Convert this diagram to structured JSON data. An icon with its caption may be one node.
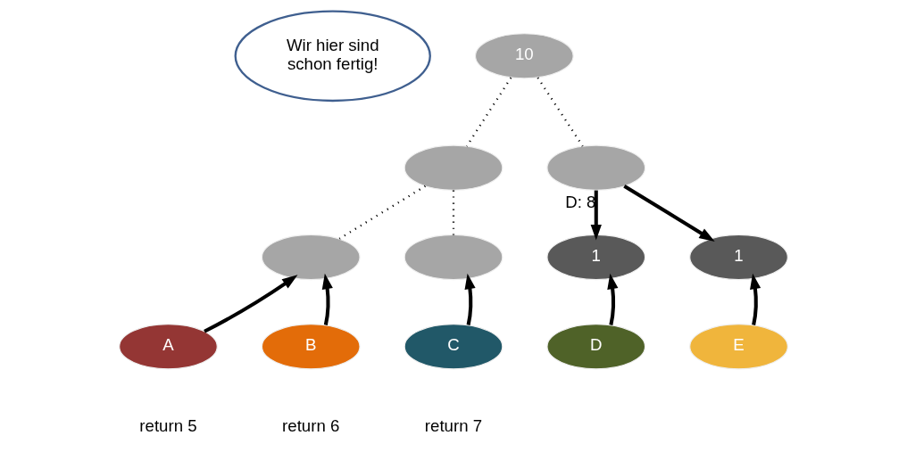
{
  "diagram": {
    "nodes": [
      {
        "text": [
          "10"
        ]
      },
      {
        "text": [],
        "shape": "ellipse"
      },
      {
        "text": [],
        "shape": "ellipse"
      },
      {
        "text": [],
        "shape": "ellipse"
      },
      {
        "text": [],
        "shape": "ellipse"
      },
      {
        "text": [
          "1"
        ]
      },
      {
        "text": [
          "1"
        ]
      },
      {
        "text": [
          "A"
        ],
        "beside": [
          "return 5"
        ]
      },
      {
        "text": [
          "B"
        ],
        "beside": [
          "return 6"
        ]
      },
      {
        "text": [
          "C"
        ],
        "beside": [
          "return 7"
        ]
      },
      {
        "text": [
          "D"
        ]
      },
      {
        "text": [
          "E"
        ]
      },
      {
        "text": [
          "Wir hier sind schon fertig!"
        ]
      }
    ],
    "edges": [
      {
        "from": 0,
        "to": 1,
        "arrow": "none",
        "style": "dashed"
      },
      {
        "from": 0,
        "to": 2,
        "arrow": "none",
        "style": "dashed"
      },
      {
        "from": 1,
        "to": 3,
        "arrow": "none",
        "style": "dashed"
      },
      {
        "from": 1,
        "to": 4,
        "arrow": "none",
        "style": "dashed"
      },
      {
        "from": 2,
        "to": 5,
        "arrow": "to",
        "label": "D: 8"
      },
      {
        "from": 2,
        "to": 6,
        "arrow": "to"
      },
      {
        "from": 7,
        "to": 3,
        "arrow": "to"
      },
      {
        "from": 8,
        "to": 3,
        "arrow": "to"
      },
      {
        "from": 9,
        "to": 4,
        "arrow": "to"
      },
      {
        "from": 10,
        "to": 5,
        "arrow": "to"
      },
      {
        "from": 11,
        "to": 6,
        "arrow": "to"
      }
    ]
  }
}
